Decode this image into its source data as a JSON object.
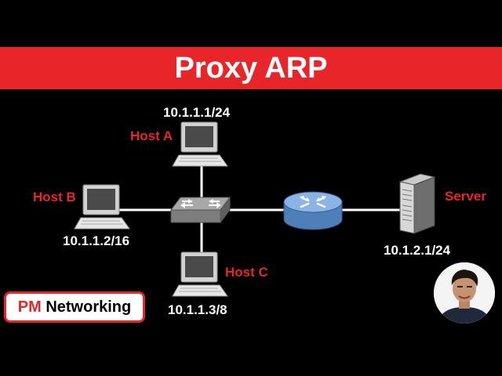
{
  "title": "Proxy ARP",
  "colors": {
    "accent": "#e8262a",
    "background": "#000000",
    "router": "#6b9fd6",
    "switch": "#7d7d7d"
  },
  "hosts": {
    "a": {
      "name": "Host A",
      "ip": "10.1.1.1/24"
    },
    "b": {
      "name": "Host B",
      "ip": "10.1.1.2/16"
    },
    "c": {
      "name": "Host C",
      "ip": "10.1.1.3/8"
    }
  },
  "server": {
    "name": "Server",
    "ip": "10.1.2.1/24"
  },
  "icons": [
    "computer-icon",
    "switch-icon",
    "router-icon",
    "server-icon"
  ],
  "brand": {
    "pm": "PM",
    "rest": " Networking"
  }
}
